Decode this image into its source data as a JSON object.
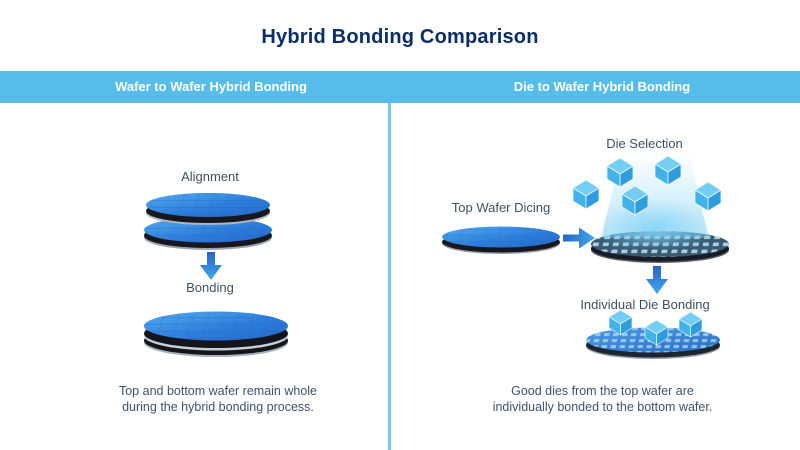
{
  "title": "Hybrid Bonding Comparison",
  "colors": {
    "header_bar": "#56BCE9",
    "title_text": "#0B2D6A",
    "divider": "#79C7EC",
    "label_text": "#3F5166",
    "caption_text": "#3C5470",
    "arrow_blue": "#2A6FD2",
    "wafer_blue": "#2E7FDB",
    "cube_blue": "#45B3E9"
  },
  "columns": {
    "left": {
      "header": "Wafer to Wafer Hybrid Bonding",
      "labels": {
        "alignment": "Alignment",
        "bonding": "Bonding"
      },
      "caption": {
        "line1": "Top and bottom wafer remain whole",
        "line2": "during the hybrid bonding process."
      }
    },
    "right": {
      "header": "Die to Wafer Hybrid Bonding",
      "labels": {
        "die_selection": "Die Selection",
        "top_wafer_dicing": "Top Wafer Dicing",
        "individual_die_bonding": "Individual Die Bonding"
      },
      "caption": {
        "line1": "Good dies from the top wafer are",
        "line2": "individually bonded to the bottom wafer."
      }
    }
  }
}
